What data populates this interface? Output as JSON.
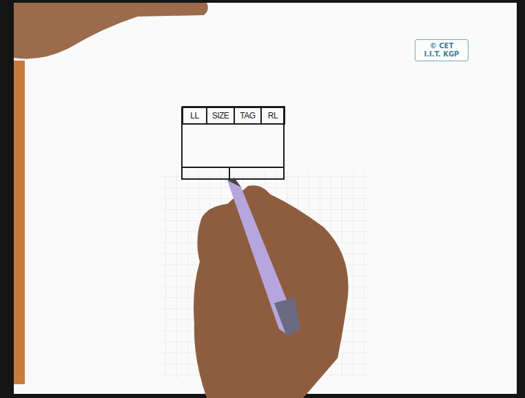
{
  "diagram": {
    "nodes": [
      {
        "text": [
          "LL"
        ]
      },
      {
        "text": [
          "SIZE"
        ]
      },
      {
        "text": [
          "TAG"
        ]
      },
      {
        "text": [
          "RL"
        ]
      },
      {
        "text": [
          "© CET I.I.T. KGP"
        ]
      }
    ]
  }
}
